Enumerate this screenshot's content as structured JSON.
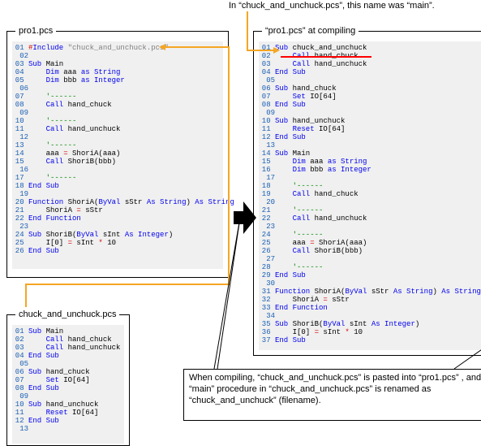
{
  "top_note": "In “chuck_and_unchuck.pcs”, this name was “main”.",
  "callout_text": "When compiling, “chuck_and_unchuck.pcs” is pasted into “pro1.pcs” , and “main” procedure in “chuck_and_unchuck.pcs” is renamed as “chuck_and_unchuck” (filename).",
  "colors": {
    "arrow_orange": "#f5a623",
    "underline_red": "#ff0000",
    "keyword_blue": "#0000ee",
    "comment_green": "#008800",
    "line_num_blue": "#1a5fb4",
    "code_bg": "#f0f0f0"
  },
  "panels": {
    "pro1": {
      "title": "pro1.pcs",
      "lines": [
        [
          [
            "01 ",
            "num"
          ],
          [
            "#",
            "r"
          ],
          [
            "Include",
            "k"
          ],
          [
            " \"chuck_and_unchuck.pcs\"",
            "s"
          ]
        ],
        [
          [
            "02",
            "num"
          ]
        ],
        [
          [
            "03 ",
            "num"
          ],
          [
            "Sub",
            "k"
          ],
          [
            " Main",
            "p"
          ]
        ],
        [
          [
            "04 ",
            "num"
          ],
          [
            "    ",
            "p"
          ],
          [
            "Dim",
            "k"
          ],
          [
            " aaa ",
            "p"
          ],
          [
            "as String",
            "k"
          ]
        ],
        [
          [
            "05 ",
            "num"
          ],
          [
            "    ",
            "p"
          ],
          [
            "Dim",
            "k"
          ],
          [
            " bbb ",
            "p"
          ],
          [
            "as Integer",
            "k"
          ]
        ],
        [
          [
            "06",
            "num"
          ]
        ],
        [
          [
            "07 ",
            "num"
          ],
          [
            "    '------",
            "c"
          ]
        ],
        [
          [
            "08 ",
            "num"
          ],
          [
            "    ",
            "p"
          ],
          [
            "Call",
            "k"
          ],
          [
            " hand_chuck",
            "p"
          ]
        ],
        [
          [
            "09",
            "num"
          ]
        ],
        [
          [
            "10 ",
            "num"
          ],
          [
            "    '------",
            "c"
          ]
        ],
        [
          [
            "11 ",
            "num"
          ],
          [
            "    ",
            "p"
          ],
          [
            "Call",
            "k"
          ],
          [
            " hand_unchuck",
            "p"
          ]
        ],
        [
          [
            "12",
            "num"
          ]
        ],
        [
          [
            "13 ",
            "num"
          ],
          [
            "    '------",
            "c"
          ]
        ],
        [
          [
            "14 ",
            "num"
          ],
          [
            "    aaa ",
            "p"
          ],
          [
            "=",
            "r"
          ],
          [
            " ShoriA(aaa)",
            "p"
          ]
        ],
        [
          [
            "15 ",
            "num"
          ],
          [
            "    ",
            "p"
          ],
          [
            "Call",
            "k"
          ],
          [
            " ShoriB(bbb)",
            "p"
          ]
        ],
        [
          [
            "16",
            "num"
          ]
        ],
        [
          [
            "17 ",
            "num"
          ],
          [
            "    '------",
            "c"
          ]
        ],
        [
          [
            "18 ",
            "num"
          ],
          [
            "End Sub",
            "k"
          ]
        ],
        [
          [
            "19",
            "num"
          ]
        ],
        [
          [
            "20 ",
            "num"
          ],
          [
            "Function",
            "k"
          ],
          [
            " ShoriA(",
            "p"
          ],
          [
            "ByVal",
            "k"
          ],
          [
            " sStr ",
            "p"
          ],
          [
            "As String",
            "k"
          ],
          [
            ") ",
            "p"
          ],
          [
            "As String",
            "k"
          ]
        ],
        [
          [
            "21 ",
            "num"
          ],
          [
            "    ShoriA ",
            "p"
          ],
          [
            "=",
            "r"
          ],
          [
            " sStr",
            "p"
          ]
        ],
        [
          [
            "22 ",
            "num"
          ],
          [
            "End Function",
            "k"
          ]
        ],
        [
          [
            "23",
            "num"
          ]
        ],
        [
          [
            "24 ",
            "num"
          ],
          [
            "Sub",
            "k"
          ],
          [
            " ShoriB(",
            "p"
          ],
          [
            "ByVal",
            "k"
          ],
          [
            " sInt ",
            "p"
          ],
          [
            "As Integer",
            "k"
          ],
          [
            ")",
            "p"
          ]
        ],
        [
          [
            "25 ",
            "num"
          ],
          [
            "    I[0] ",
            "p"
          ],
          [
            "=",
            "r"
          ],
          [
            " sInt ",
            "p"
          ],
          [
            "*",
            "r"
          ],
          [
            " 10",
            "p"
          ]
        ],
        [
          [
            "26 ",
            "num"
          ],
          [
            "End Sub",
            "k"
          ]
        ]
      ]
    },
    "chuck": {
      "title": "chuck_and_unchuck.pcs",
      "lines": [
        [
          [
            "01 ",
            "num"
          ],
          [
            "Sub",
            "k"
          ],
          [
            " Main",
            "p"
          ]
        ],
        [
          [
            "02 ",
            "num"
          ],
          [
            "    ",
            "p"
          ],
          [
            "Call",
            "k"
          ],
          [
            " hand_chuck",
            "p"
          ]
        ],
        [
          [
            "03 ",
            "num"
          ],
          [
            "    ",
            "p"
          ],
          [
            "Call",
            "k"
          ],
          [
            " hand_unchuck",
            "p"
          ]
        ],
        [
          [
            "04 ",
            "num"
          ],
          [
            "End Sub",
            "k"
          ]
        ],
        [
          [
            "05",
            "num"
          ]
        ],
        [
          [
            "06 ",
            "num"
          ],
          [
            "Sub",
            "k"
          ],
          [
            " hand_chuck",
            "p"
          ]
        ],
        [
          [
            "07 ",
            "num"
          ],
          [
            "    ",
            "p"
          ],
          [
            "Set",
            "k"
          ],
          [
            " IO[64]",
            "p"
          ]
        ],
        [
          [
            "08 ",
            "num"
          ],
          [
            "End Sub",
            "k"
          ]
        ],
        [
          [
            "09",
            "num"
          ]
        ],
        [
          [
            "10 ",
            "num"
          ],
          [
            "Sub",
            "k"
          ],
          [
            " hand_unchuck",
            "p"
          ]
        ],
        [
          [
            "11 ",
            "num"
          ],
          [
            "    ",
            "p"
          ],
          [
            "Reset",
            "k"
          ],
          [
            " IO[64]",
            "p"
          ]
        ],
        [
          [
            "12 ",
            "num"
          ],
          [
            "End Sub",
            "k"
          ]
        ],
        [
          [
            "13",
            "num"
          ]
        ]
      ]
    },
    "compiled": {
      "title": "“pro1.pcs” at compiling",
      "lines": [
        [
          [
            "01 ",
            "num"
          ],
          [
            "Sub",
            "k"
          ],
          [
            " chuck_and_unchuck",
            "p"
          ]
        ],
        [
          [
            "02 ",
            "num"
          ],
          [
            "    ",
            "p"
          ],
          [
            "Call",
            "k"
          ],
          [
            " hand_chuck",
            "p"
          ]
        ],
        [
          [
            "03 ",
            "num"
          ],
          [
            "    ",
            "p"
          ],
          [
            "Call",
            "k"
          ],
          [
            " hand_unchuck",
            "p"
          ]
        ],
        [
          [
            "04 ",
            "num"
          ],
          [
            "End Sub",
            "k"
          ]
        ],
        [
          [
            "05",
            "num"
          ]
        ],
        [
          [
            "06 ",
            "num"
          ],
          [
            "Sub",
            "k"
          ],
          [
            " hand_chuck",
            "p"
          ]
        ],
        [
          [
            "07 ",
            "num"
          ],
          [
            "    ",
            "p"
          ],
          [
            "Set",
            "k"
          ],
          [
            " IO[64]",
            "p"
          ]
        ],
        [
          [
            "08 ",
            "num"
          ],
          [
            "End Sub",
            "k"
          ]
        ],
        [
          [
            "09",
            "num"
          ]
        ],
        [
          [
            "10 ",
            "num"
          ],
          [
            "Sub",
            "k"
          ],
          [
            " hand_unchuck",
            "p"
          ]
        ],
        [
          [
            "11 ",
            "num"
          ],
          [
            "    ",
            "p"
          ],
          [
            "Reset",
            "k"
          ],
          [
            " IO[64]",
            "p"
          ]
        ],
        [
          [
            "12 ",
            "num"
          ],
          [
            "End Sub",
            "k"
          ]
        ],
        [
          [
            "13",
            "num"
          ]
        ],
        [
          [
            "14 ",
            "num"
          ],
          [
            "Sub",
            "k"
          ],
          [
            " Main",
            "p"
          ]
        ],
        [
          [
            "15 ",
            "num"
          ],
          [
            "    ",
            "p"
          ],
          [
            "Dim",
            "k"
          ],
          [
            " aaa ",
            "p"
          ],
          [
            "as String",
            "k"
          ]
        ],
        [
          [
            "16 ",
            "num"
          ],
          [
            "    ",
            "p"
          ],
          [
            "Dim",
            "k"
          ],
          [
            " bbb ",
            "p"
          ],
          [
            "as Integer",
            "k"
          ]
        ],
        [
          [
            "17",
            "num"
          ]
        ],
        [
          [
            "18 ",
            "num"
          ],
          [
            "    '------",
            "c"
          ]
        ],
        [
          [
            "19 ",
            "num"
          ],
          [
            "    ",
            "p"
          ],
          [
            "Call",
            "k"
          ],
          [
            " hand_chuck",
            "p"
          ]
        ],
        [
          [
            "20",
            "num"
          ]
        ],
        [
          [
            "21 ",
            "num"
          ],
          [
            "    '------",
            "c"
          ]
        ],
        [
          [
            "22 ",
            "num"
          ],
          [
            "    ",
            "p"
          ],
          [
            "Call",
            "k"
          ],
          [
            " hand_unchuck",
            "p"
          ]
        ],
        [
          [
            "23",
            "num"
          ]
        ],
        [
          [
            "24 ",
            "num"
          ],
          [
            "    '------",
            "c"
          ]
        ],
        [
          [
            "25 ",
            "num"
          ],
          [
            "    aaa ",
            "p"
          ],
          [
            "=",
            "r"
          ],
          [
            " ShoriA(aaa)",
            "p"
          ]
        ],
        [
          [
            "26 ",
            "num"
          ],
          [
            "    ",
            "p"
          ],
          [
            "Call",
            "k"
          ],
          [
            " ShoriB(bbb)",
            "p"
          ]
        ],
        [
          [
            "27",
            "num"
          ]
        ],
        [
          [
            "28 ",
            "num"
          ],
          [
            "    '------",
            "c"
          ]
        ],
        [
          [
            "29 ",
            "num"
          ],
          [
            "End Sub",
            "k"
          ]
        ],
        [
          [
            "30",
            "num"
          ]
        ],
        [
          [
            "31 ",
            "num"
          ],
          [
            "Function",
            "k"
          ],
          [
            " ShoriA(",
            "p"
          ],
          [
            "ByVal",
            "k"
          ],
          [
            " sStr ",
            "p"
          ],
          [
            "As String",
            "k"
          ],
          [
            ") ",
            "p"
          ],
          [
            "As String",
            "k"
          ]
        ],
        [
          [
            "32 ",
            "num"
          ],
          [
            "    ShoriA ",
            "p"
          ],
          [
            "=",
            "r"
          ],
          [
            " sStr",
            "p"
          ]
        ],
        [
          [
            "33 ",
            "num"
          ],
          [
            "End Function",
            "k"
          ]
        ],
        [
          [
            "34",
            "num"
          ]
        ],
        [
          [
            "35 ",
            "num"
          ],
          [
            "Sub",
            "k"
          ],
          [
            " ShoriB(",
            "p"
          ],
          [
            "ByVal",
            "k"
          ],
          [
            " sInt ",
            "p"
          ],
          [
            "As Integer",
            "k"
          ],
          [
            ")",
            "p"
          ]
        ],
        [
          [
            "36 ",
            "num"
          ],
          [
            "    I[0] ",
            "p"
          ],
          [
            "=",
            "r"
          ],
          [
            " sInt ",
            "p"
          ],
          [
            "*",
            "r"
          ],
          [
            " 10",
            "p"
          ]
        ],
        [
          [
            "37 ",
            "num"
          ],
          [
            "End Sub",
            "k"
          ]
        ]
      ]
    }
  }
}
